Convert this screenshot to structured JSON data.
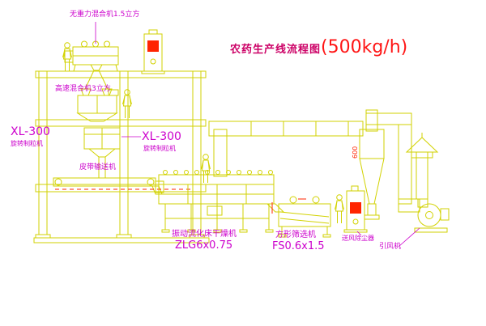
{
  "title": {
    "main": "农药生产线流程图",
    "capacity": "(500kg/h)"
  },
  "labels": {
    "top_mixer": "无重力混合机1.5立方",
    "high_speed_mixer": "高速混合机3立方",
    "granulator_left_model": "XL-300",
    "granulator_left_name": "旋转制粒机",
    "granulator_center_model": "XL-300",
    "granulator_center_name": "旋转制粒机",
    "belt_conveyor": "皮带输送机",
    "dryer_name": "振动流化床干燥机",
    "dryer_model": "ZLG6x0.75",
    "sieve_name": "方形筛选机",
    "sieve_model": "FS0.6x1.5",
    "dust_collector": "送风除尘器",
    "fan": "引风机",
    "cyclone_dim": "600"
  },
  "colors": {
    "line_yellow": "#d2d200",
    "label_magenta": "#cc00cc",
    "title_magenta": "#cc0066",
    "title_red": "#ff1515",
    "accent_red": "#ff2400"
  }
}
